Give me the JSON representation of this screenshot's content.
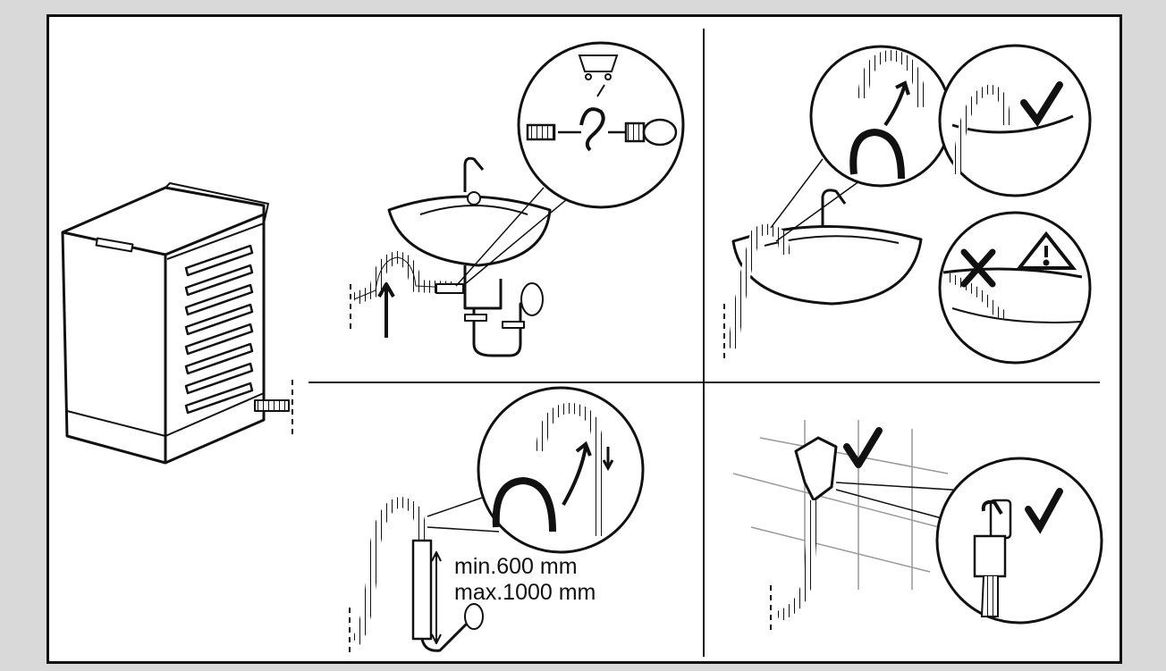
{
  "figure": {
    "background": "#d9d9d9",
    "panel_background": "#ffffff",
    "ink_color": "#111111",
    "panels": [
      {
        "id": "washing-machine"
      },
      {
        "id": "sink-trap-connection",
        "detail_icons": [
          "shopping-cart-icon",
          "hose-connector-icon"
        ]
      },
      {
        "id": "hose-guide-on-sink-edge",
        "marks": [
          "check-mark-icon",
          "x-mark-icon",
          "warning-triangle-icon"
        ]
      },
      {
        "id": "standpipe-drain",
        "height_note": {
          "min": "min.600 mm",
          "max": "max.1000 mm"
        }
      },
      {
        "id": "wall-drain-outlet",
        "marks": [
          "check-mark-icon",
          "check-mark-icon"
        ]
      }
    ]
  }
}
